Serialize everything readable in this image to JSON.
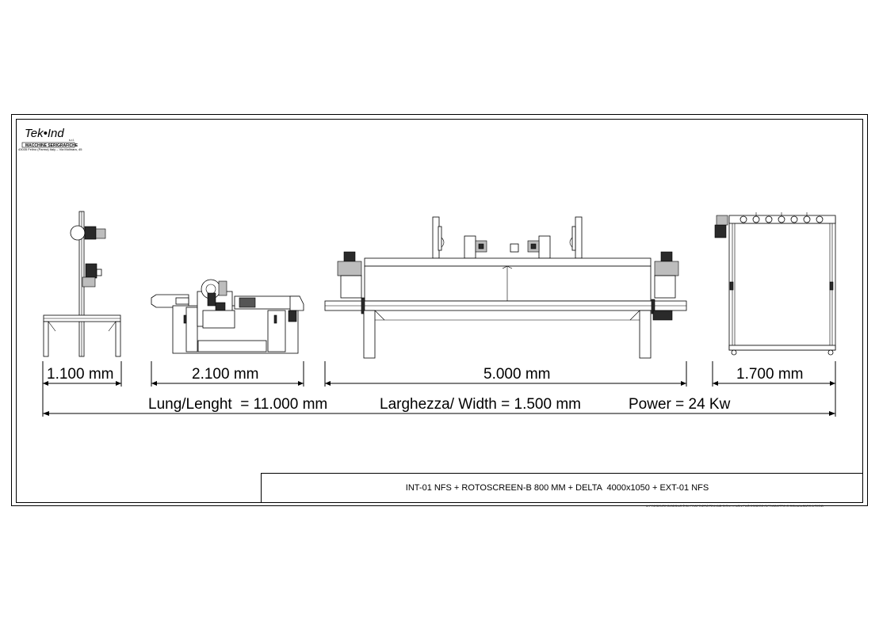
{
  "logo": {
    "brand": "Tek•Ind",
    "suffix": "s.r.l.",
    "tagline": "MACCHINE SERIGRAFICHE",
    "address": "43035 Felino (Parma) Italy – Via Molinara, 45"
  },
  "dimensions": {
    "loader": "1.100 mm",
    "printer": "2.100 mm",
    "dryer": "5.000 mm",
    "unloader": "1.700 mm"
  },
  "specs": {
    "length": "Lung/Lenght  = 11.000 mm",
    "width": "Larghezza/ Width = 1.500 mm",
    "power": "Power = 24 Kw"
  },
  "title_block": {
    "title": "INT-01 NFS + ROTOSCREEN-B 800 MM + DELTA  4000x1050 + EXT-01 NFS",
    "fine_print": "IL PRESENTE DISEGNO È DI PROPRIETÀ TEK-IND S.R.L. – NON PUÒ ESSERE RIPRODOTTO O COMUNICATO A TERZI"
  }
}
